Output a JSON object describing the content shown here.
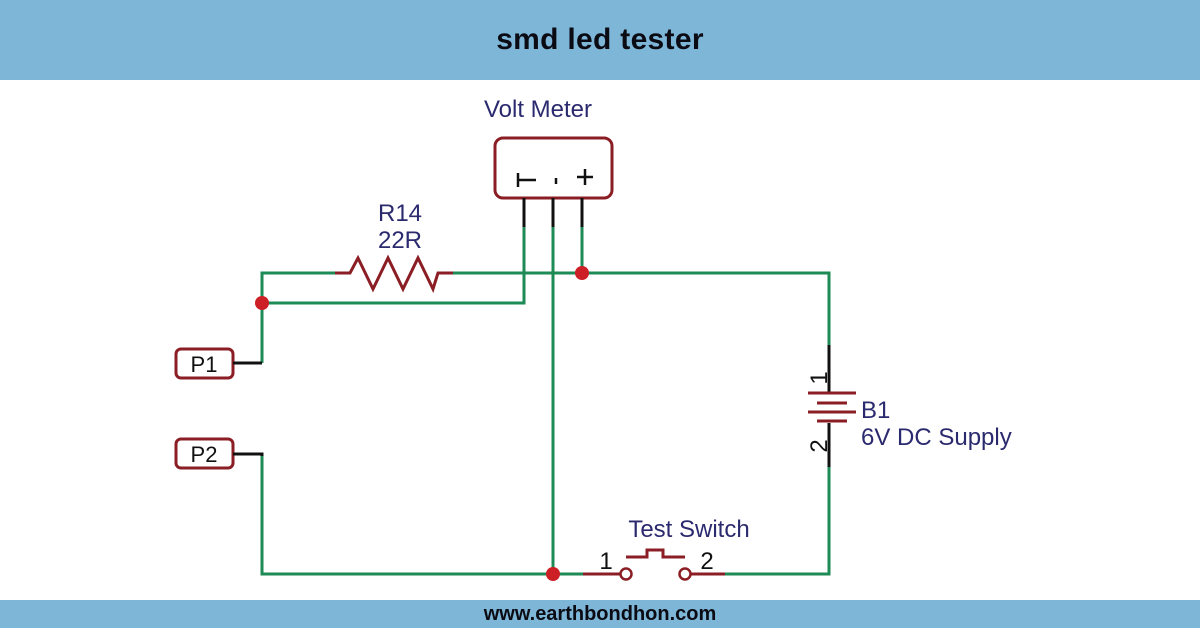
{
  "header": {
    "title": "smd led tester"
  },
  "footer": {
    "website": "www.earthbondhon.com"
  },
  "colors": {
    "banner": "#7eb6d8",
    "wire": "#1e8a55",
    "component": "#8b1e24",
    "junction": "#cc1f26",
    "label": "#2b2a6e"
  },
  "schematic": {
    "voltmeter": {
      "name": "Volt Meter",
      "pins": [
        "⊢",
        "-",
        "+"
      ]
    },
    "resistor": {
      "ref": "R14",
      "value": "22R"
    },
    "battery": {
      "ref": "B1",
      "value": "6V DC Supply",
      "pins": [
        "1",
        "2"
      ]
    },
    "switch": {
      "name": "Test Switch",
      "pins": [
        "1",
        "2"
      ]
    },
    "ports": [
      "P1",
      "P2"
    ]
  }
}
